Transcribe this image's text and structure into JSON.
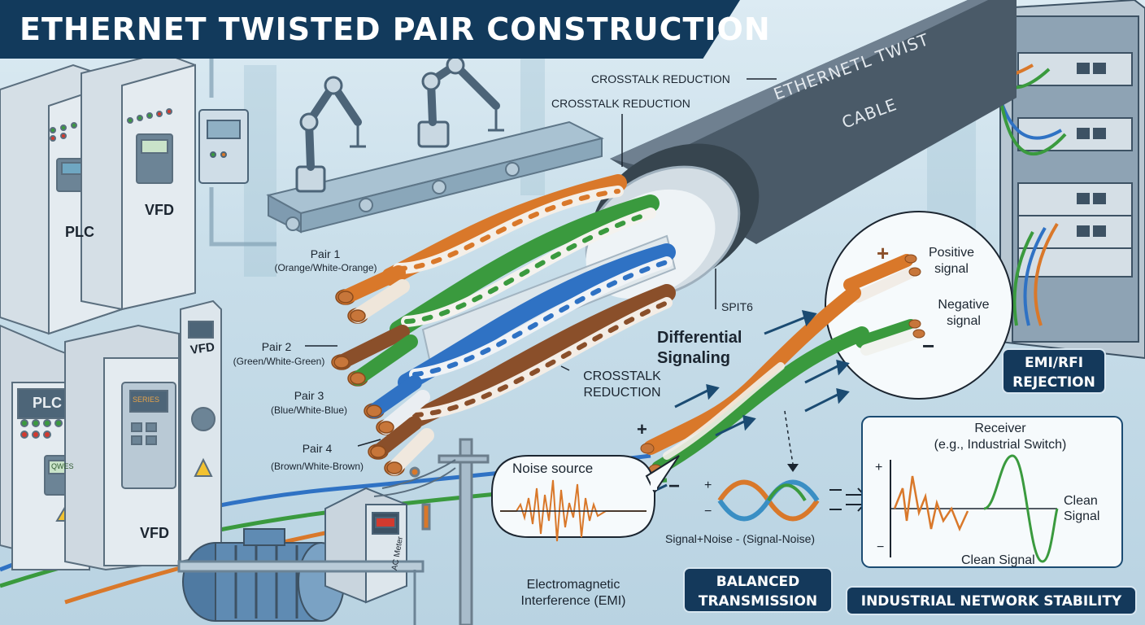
{
  "title": "ETHERNET TWISTED PAIR CONSTRUCTION",
  "cable": {
    "jacket_text_line1": "ETHERNETL TWIST",
    "jacket_text_line2": "CABLE",
    "crosstalk_top": "CROSSTALK REDUCTION",
    "crosstalk_mid": "CROSSTALK REDUCTION",
    "spit6": "SPIT6",
    "crosstalk_center_line1": "CROSSTALK",
    "crosstalk_center_line2": "REDUCTION"
  },
  "pairs": [
    {
      "name": "Pair 1",
      "colors": "(Orange/White-Orange)"
    },
    {
      "name": "Pair 2",
      "colors": "(Green/White-Green)"
    },
    {
      "name": "Pair 3",
      "colors": "(Blue/White-Blue)"
    },
    {
      "name": "Pair 4",
      "colors": "(Brown/White-Brown)"
    }
  ],
  "equipment": {
    "plc_top": "PLC",
    "vfd_top": "VFD",
    "plc_bottom": "PLC",
    "vfd_bottom": "VFD",
    "vfd_side": "VFD",
    "ac_meter": "AC Meter",
    "vfd_display": "SERIES",
    "plc_display": "QWES"
  },
  "signaling": {
    "differential_line1": "Differential",
    "differential_line2": "Signaling",
    "positive_label_line1": "Positive",
    "positive_label_line2": "signal",
    "negative_label_line1": "Negative",
    "negative_label_line2": "signal",
    "plus": "+",
    "minus": "−"
  },
  "noise": {
    "source": "Noise source",
    "emi_line1": "Electromagnetic",
    "emi_line2": "Interference (EMI)",
    "formula": "Signal+Noise - (Signal-Noise)"
  },
  "receiver": {
    "title_line1": "Receiver",
    "title_line2": "(e.g., Industrial Switch)",
    "clean_signal_side_line1": "Clean",
    "clean_signal_side_line2": "Signal",
    "clean_signal_bottom": "Clean Signal"
  },
  "badges": {
    "emi_rfi_line1": "EMI/RFI",
    "emi_rfi_line2": "REJECTION",
    "balanced_line1": "BALANCED",
    "balanced_line2": "TRANSMISSION",
    "industrial": "INDUSTRIAL NETWORK STABILITY"
  },
  "colors": {
    "banner": "#123a5c",
    "orange": "#d9782a",
    "green": "#3a9a3e",
    "blue": "#2f72c4",
    "brown": "#8a4f2a",
    "copper": "#c7763a",
    "jacket": "#4a5a68"
  }
}
